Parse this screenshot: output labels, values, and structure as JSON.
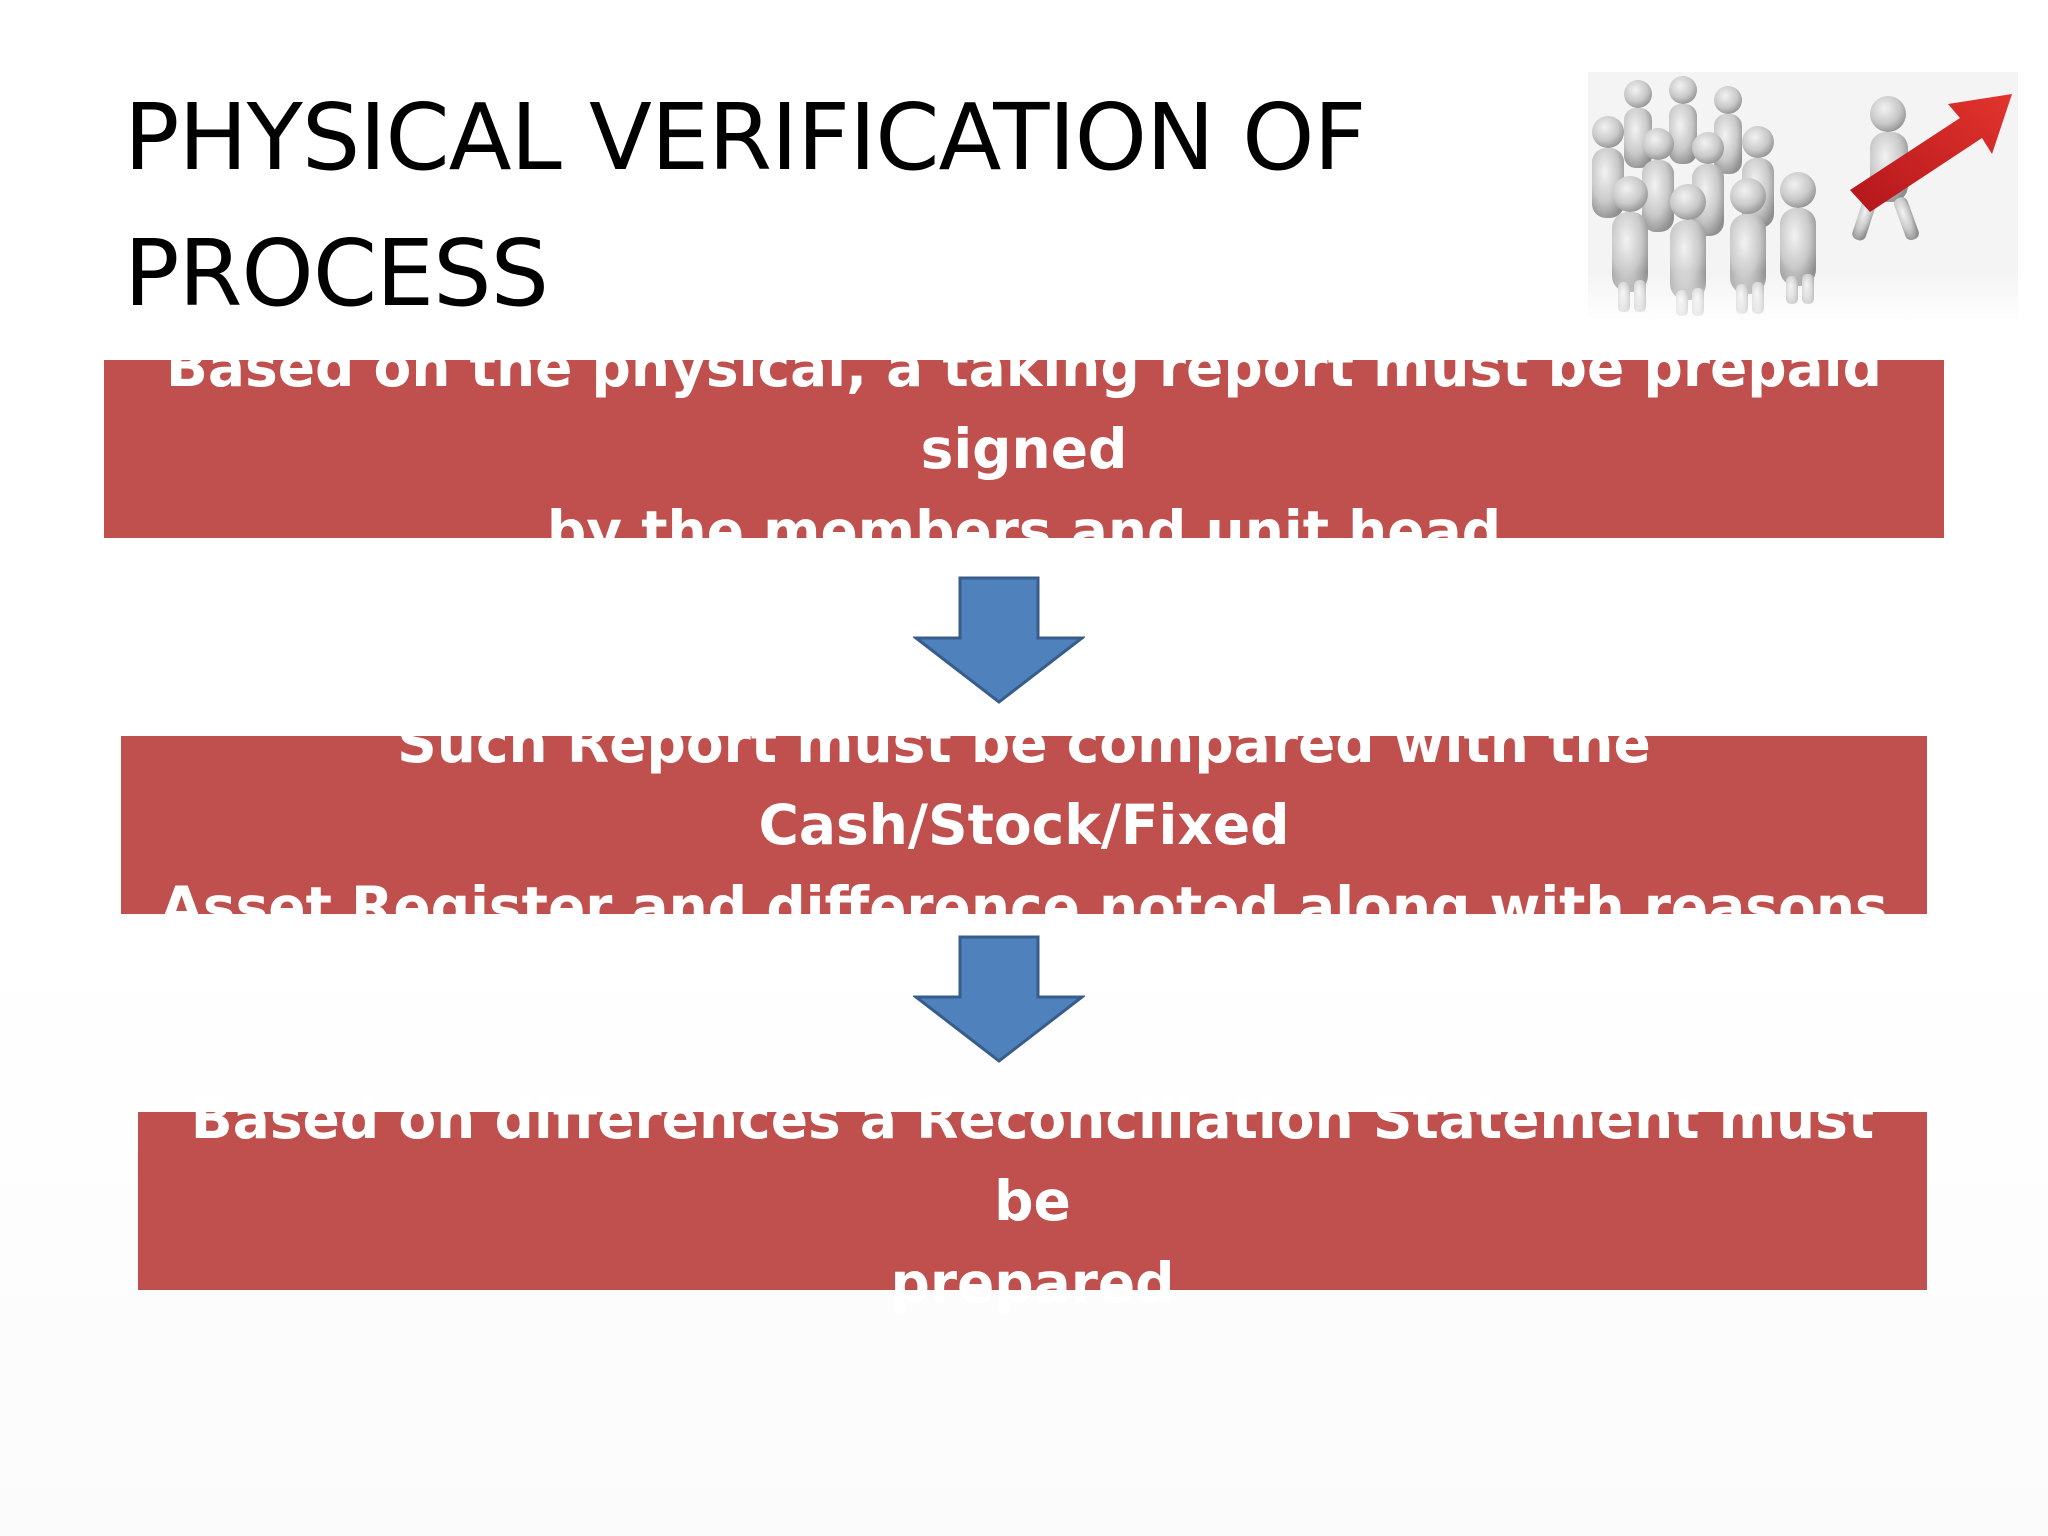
{
  "slide": {
    "title_line1": "PHYSICAL VERIFICATION OF",
    "title_line2": "PROCESS",
    "illustration_icon": "people-following-leader-with-red-arrow",
    "accent_color": "#c0504d",
    "arrow_color": "#4f81bd",
    "steps": [
      {
        "text": "Based on the physical,  a taking report  must be prepaid signed\nby the members and unit head"
      },
      {
        "text": "Such Report  must be compared with the Cash/Stock/Fixed\nAsset Register  and difference  noted along with reasons"
      },
      {
        "text": "Based on differences a Reconciliation Statement  must be\nprepared"
      }
    ]
  }
}
